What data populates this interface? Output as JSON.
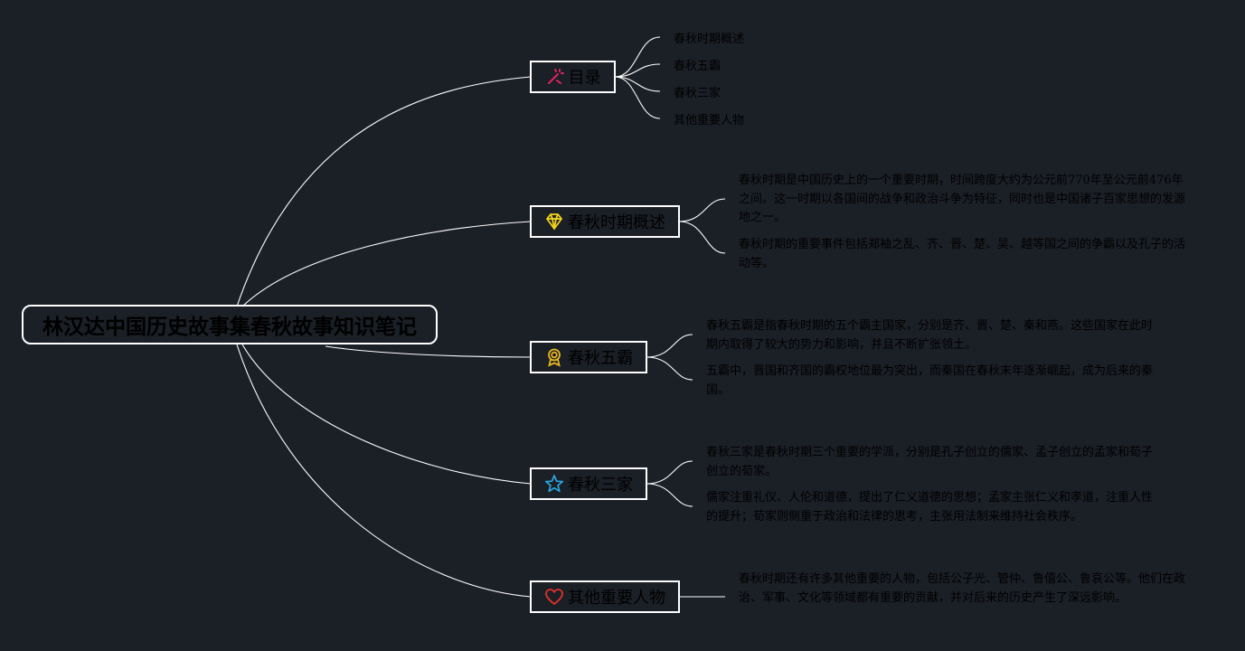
{
  "colors": {
    "background": "#1b1f26",
    "lines": "#ffffff",
    "icon_toc": "#e0245e",
    "icon_overview": "#f2d21b",
    "icon_hegemons": "#e8b81f",
    "icon_schools": "#2aa7e0",
    "icon_figures": "#e0312a"
  },
  "root": {
    "title": "林汉达中国历史故事集春秋故事知识笔记"
  },
  "topics": [
    {
      "label": "目录",
      "icon": "magic-wand-icon",
      "children": [
        "春秋时期概述",
        "春秋五霸",
        "春秋三家",
        "其他重要人物"
      ]
    },
    {
      "label": "春秋时期概述",
      "icon": "diamond-icon",
      "paragraphs": [
        "春秋时期是中国历史上的一个重要时期，时间跨度大约为公元前770年至公元前476年之间。这一时期以各国间的战争和政治斗争为特征，同时也是中国诸子百家思想的发源地之一。",
        "春秋时期的重要事件包括郑袖之乱、齐、晋、楚、吴、越等国之间的争霸以及孔子的活动等。"
      ]
    },
    {
      "label": "春秋五霸",
      "icon": "award-icon",
      "paragraphs": [
        "春秋五霸是指春秋时期的五个霸主国家，分别是齐、晋、楚、秦和燕。这些国家在此时期内取得了较大的势力和影响，并且不断扩张领土。",
        "五霸中，晋国和齐国的霸权地位最为突出，而秦国在春秋末年逐渐崛起，成为后来的秦国。"
      ]
    },
    {
      "label": "春秋三家",
      "icon": "star-icon",
      "paragraphs": [
        "春秋三家是春秋时期三个重要的学派，分别是孔子创立的儒家、孟子创立的孟家和荀子创立的荀家。",
        "儒家注重礼仪、人伦和道德，提出了仁义道德的思想；孟家主张仁义和孝道，注重人性的提升；荀家则侧重于政治和法律的思考，主张用法制来维持社会秩序。"
      ]
    },
    {
      "label": "其他重要人物",
      "icon": "heart-icon",
      "paragraphs": [
        "春秋时期还有许多其他重要的人物，包括公子光、管仲、鲁僖公、鲁哀公等。他们在政治、军事、文化等领域都有重要的贡献，并对后来的历史产生了深远影响。"
      ]
    }
  ]
}
